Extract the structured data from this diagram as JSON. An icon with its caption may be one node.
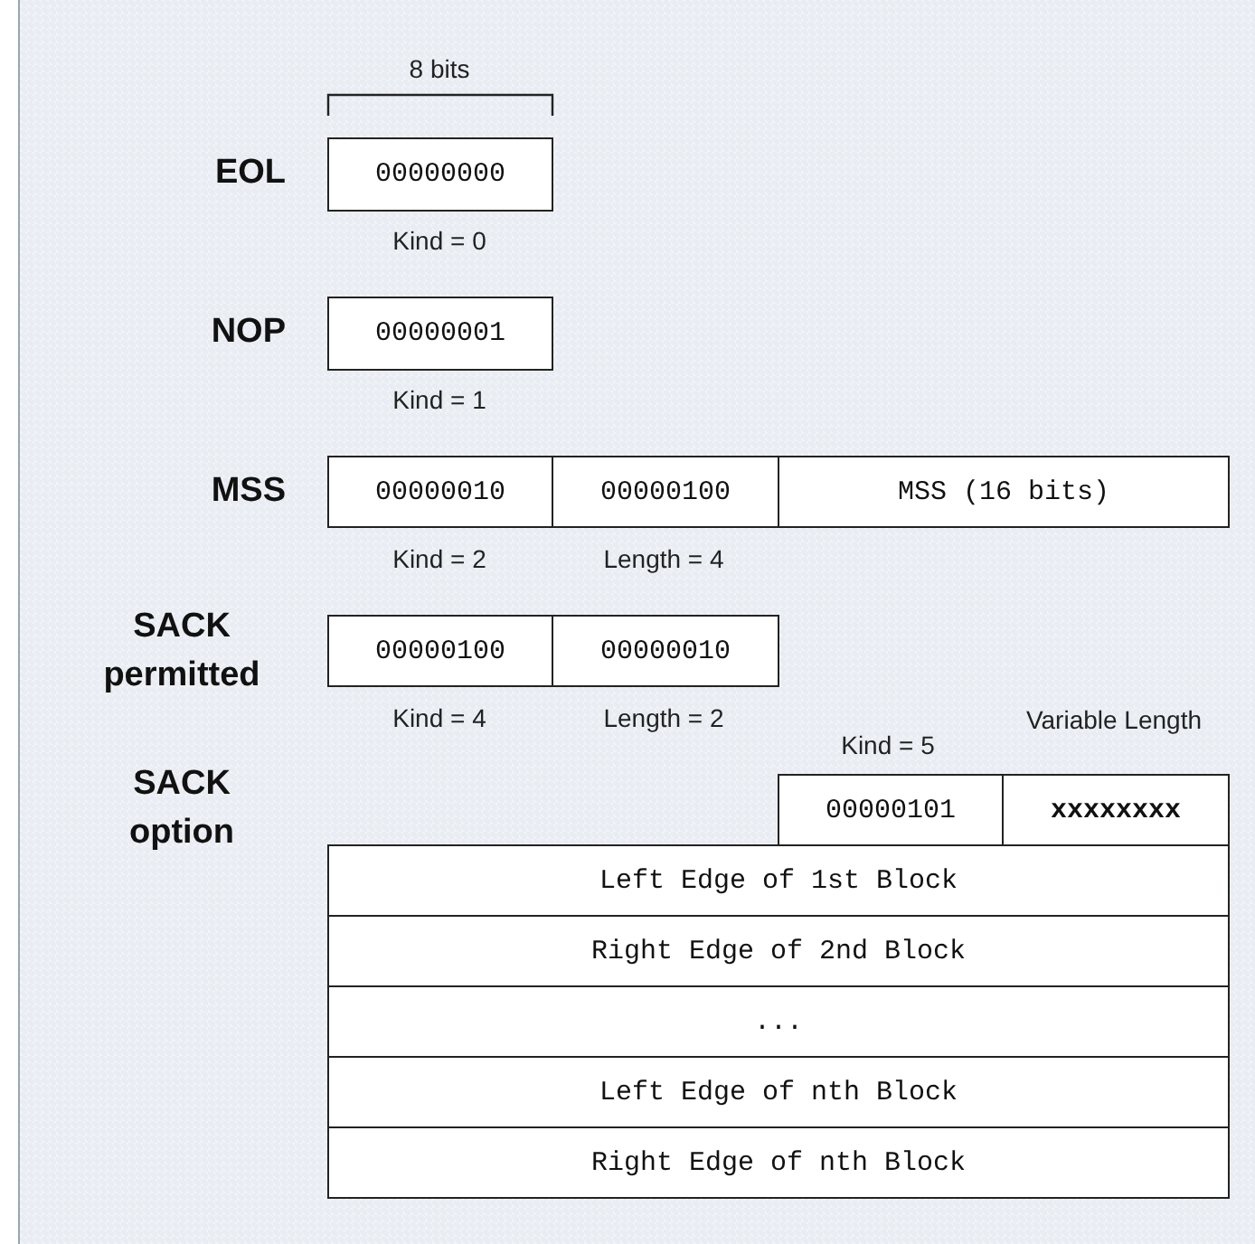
{
  "diagram": {
    "nodes": [
      {
        "text": [
          "00000000"
        ],
        "beside": [
          "Kind = 0"
        ]
      },
      {
        "text": [
          "00000001"
        ],
        "beside": [
          "Kind = 1"
        ]
      },
      {
        "text": [
          "00000010"
        ],
        "beside": [
          "Kind = 2"
        ]
      },
      {
        "text": [
          "00000100"
        ],
        "beside": [
          "Length = 4"
        ]
      },
      {
        "text": [
          "MSS (16 bits)"
        ]
      },
      {
        "text": [
          "00000100"
        ],
        "beside": [
          "Kind = 4"
        ]
      },
      {
        "text": [
          "00000010"
        ],
        "beside": [
          "Length = 2"
        ]
      },
      {
        "text": [
          "00000101"
        ],
        "beside": [
          "Kind = 5"
        ]
      },
      {
        "text": [
          "xxxxxxxx"
        ],
        "beside": [
          "Variable Length"
        ]
      },
      {
        "text": [
          "Left Edge of 1st Block"
        ]
      },
      {
        "text": [
          "Right Edge of 2nd Block"
        ]
      },
      {
        "text": [
          "..."
        ]
      },
      {
        "text": [
          "Left Edge of nth Block"
        ]
      },
      {
        "text": [
          "Right Edge of nth Block"
        ]
      }
    ],
    "labels": [
      "8 bits",
      "EOL",
      "NOP",
      "MSS",
      "SACK permitted",
      "SACK option"
    ]
  }
}
